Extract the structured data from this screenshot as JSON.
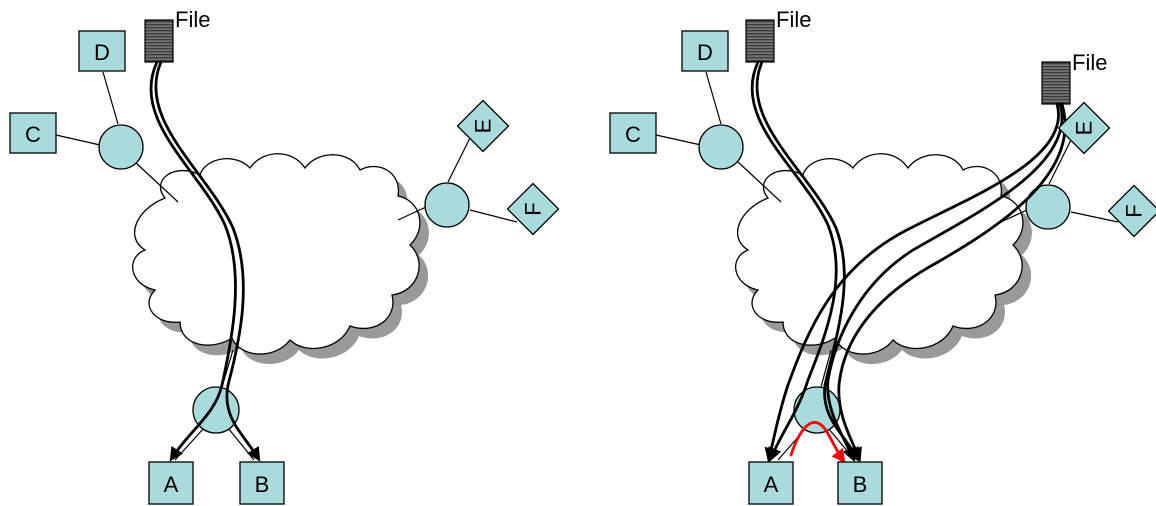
{
  "file_label": "File",
  "nodes": {
    "a": "A",
    "b": "B",
    "c": "C",
    "d": "D",
    "e": "E",
    "f": "F"
  },
  "colors": {
    "node_fill": "#a9dbdc",
    "file_fill": "#5a5a5a",
    "cloud_fill": "#ffffff",
    "cloud_shadow": "#999999",
    "highlight_path": "#ff0000",
    "path": "#000000"
  }
}
